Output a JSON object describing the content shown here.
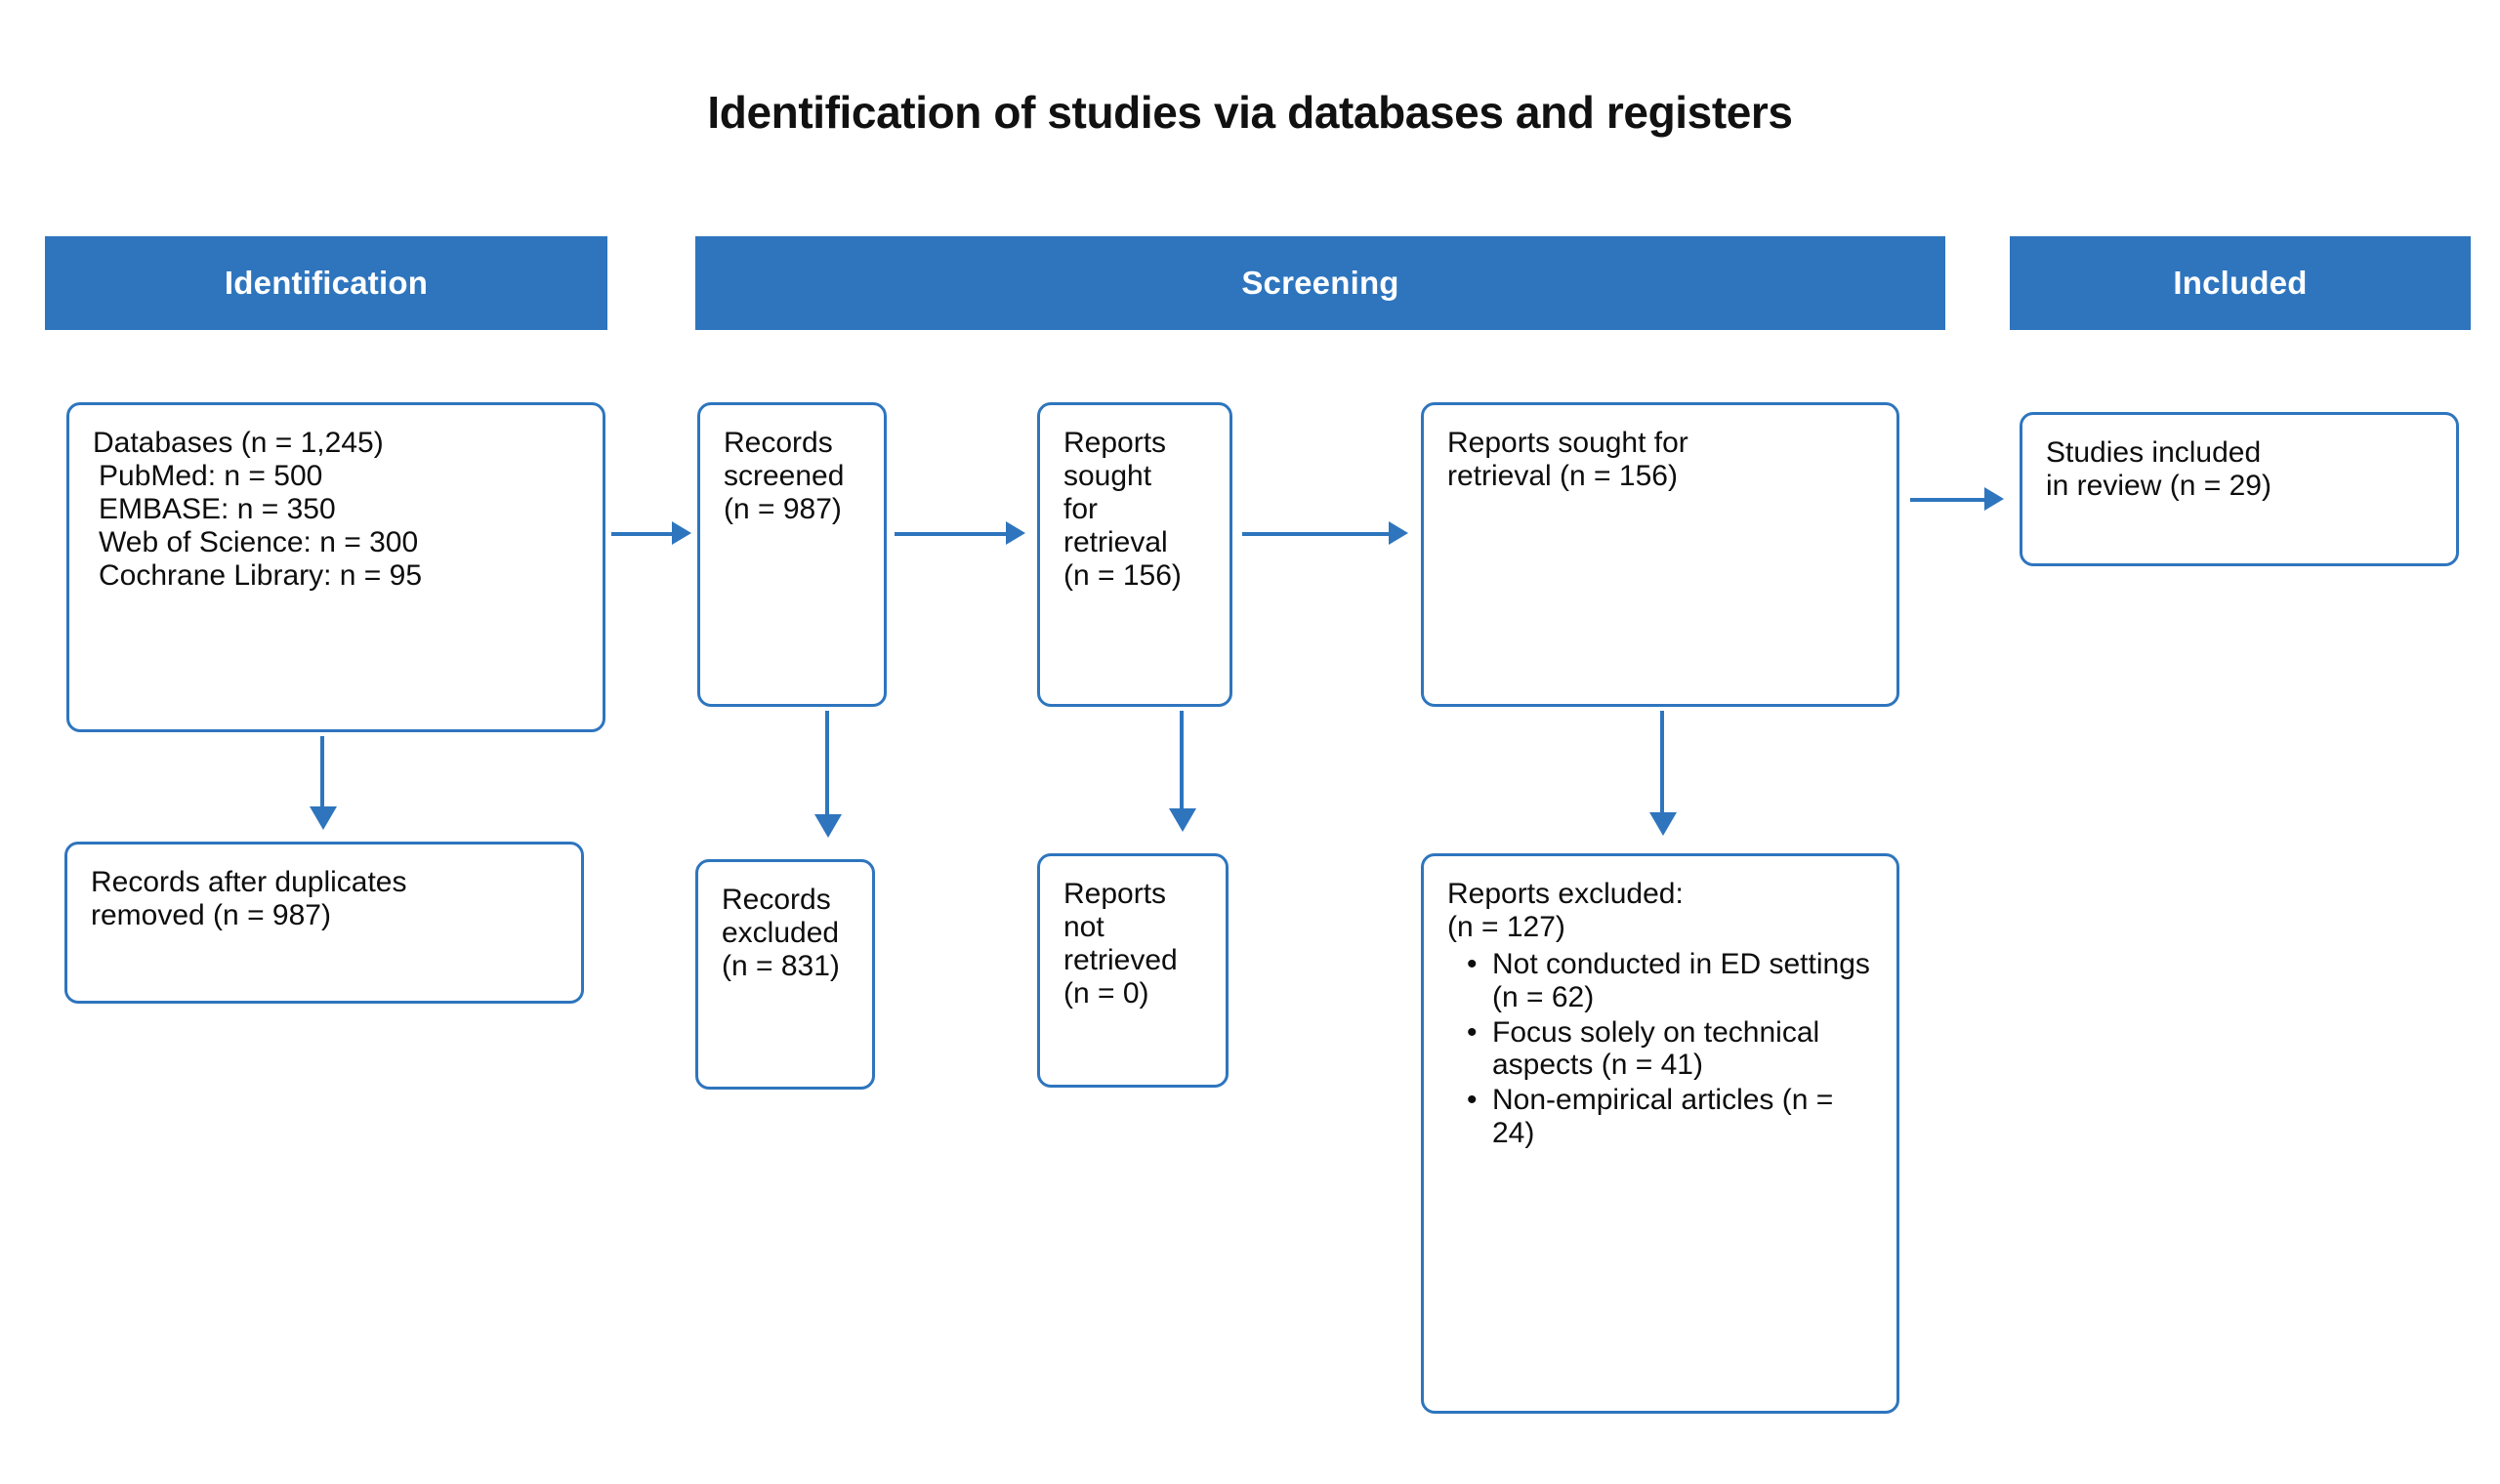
{
  "title": "Identification of studies via databases and registers",
  "theme": {
    "accent": "#2E75BE",
    "box_border": "#2E75BE",
    "text": "#0d0d0d",
    "background": "#ffffff",
    "header_text": "#ffffff"
  },
  "stages": [
    {
      "id": "identification",
      "label": "Identification"
    },
    {
      "id": "screening",
      "label": "Screening"
    },
    {
      "id": "included",
      "label": "Included"
    }
  ],
  "boxes": {
    "databases": {
      "lines": [
        "Databases (n = 1,245)",
        "PubMed: n = 500",
        "EMBASE: n = 350",
        "Web of Science: n = 300",
        "Cochrane Library: n = 95"
      ]
    },
    "duplicates_removed": {
      "lines": [
        "Records after duplicates",
        "removed (n = 987)"
      ]
    },
    "records_screened": {
      "lines": [
        "Records",
        "screened",
        "(n = 987)"
      ]
    },
    "records_excluded": {
      "lines": [
        "Records",
        "excluded",
        "(n = 831)"
      ]
    },
    "reports_sought_small": {
      "lines": [
        "Reports",
        "sought",
        "for",
        "retrieval",
        "(n = 156)"
      ]
    },
    "reports_not_retrieved": {
      "lines": [
        "Reports",
        "not",
        "retrieved",
        "(n = 0)"
      ]
    },
    "reports_sought_wide": {
      "lines": [
        "Reports sought for",
        "retrieval (n = 156)"
      ]
    },
    "reports_excluded": {
      "heading_lines": [
        "Reports excluded:",
        "(n = 127)"
      ],
      "items": [
        "Not conducted in ED settings (n = 62)",
        "Focus solely on technical aspects (n = 41)",
        "Non-empirical articles (n = 24)"
      ]
    },
    "studies_included": {
      "lines": [
        "Studies included",
        "in review (n = 29)"
      ]
    }
  },
  "chart_data": {
    "type": "diagram",
    "diagram_kind": "prisma-flow",
    "title": "Identification of studies via databases and registers",
    "nodes": [
      {
        "id": "databases",
        "stage": "Identification",
        "label": "Databases (n = 1,245)",
        "n": 1245,
        "breakdown": [
          {
            "source": "PubMed",
            "n": 500
          },
          {
            "source": "EMBASE",
            "n": 350
          },
          {
            "source": "Web of Science",
            "n": 300
          },
          {
            "source": "Cochrane Library",
            "n": 95
          }
        ]
      },
      {
        "id": "duplicates_removed",
        "stage": "Identification",
        "label": "Records after duplicates removed",
        "n": 987
      },
      {
        "id": "records_screened",
        "stage": "Screening",
        "label": "Records screened",
        "n": 987
      },
      {
        "id": "records_excluded",
        "stage": "Screening",
        "label": "Records excluded",
        "n": 831
      },
      {
        "id": "reports_sought_small",
        "stage": "Screening",
        "label": "Reports sought for retrieval",
        "n": 156
      },
      {
        "id": "reports_not_retrieved",
        "stage": "Screening",
        "label": "Reports not retrieved",
        "n": 0
      },
      {
        "id": "reports_sought_wide",
        "stage": "Screening",
        "label": "Reports sought for retrieval",
        "n": 156
      },
      {
        "id": "reports_excluded",
        "stage": "Screening",
        "label": "Reports excluded",
        "n": 127,
        "reasons": [
          {
            "reason": "Not conducted in ED settings",
            "n": 62
          },
          {
            "reason": "Focus solely on technical aspects",
            "n": 41
          },
          {
            "reason": "Non-empirical articles",
            "n": 24
          }
        ]
      },
      {
        "id": "studies_included",
        "stage": "Included",
        "label": "Studies included in review",
        "n": 29
      }
    ],
    "edges": [
      {
        "from": "databases",
        "to": "duplicates_removed",
        "direction": "down"
      },
      {
        "from": "databases",
        "to": "records_screened",
        "direction": "right"
      },
      {
        "from": "records_screened",
        "to": "records_excluded",
        "direction": "down"
      },
      {
        "from": "records_screened",
        "to": "reports_sought_small",
        "direction": "right"
      },
      {
        "from": "reports_sought_small",
        "to": "reports_not_retrieved",
        "direction": "down"
      },
      {
        "from": "reports_sought_small",
        "to": "reports_sought_wide",
        "direction": "right"
      },
      {
        "from": "reports_sought_wide",
        "to": "reports_excluded",
        "direction": "down"
      },
      {
        "from": "reports_sought_wide",
        "to": "studies_included",
        "direction": "right"
      }
    ]
  }
}
